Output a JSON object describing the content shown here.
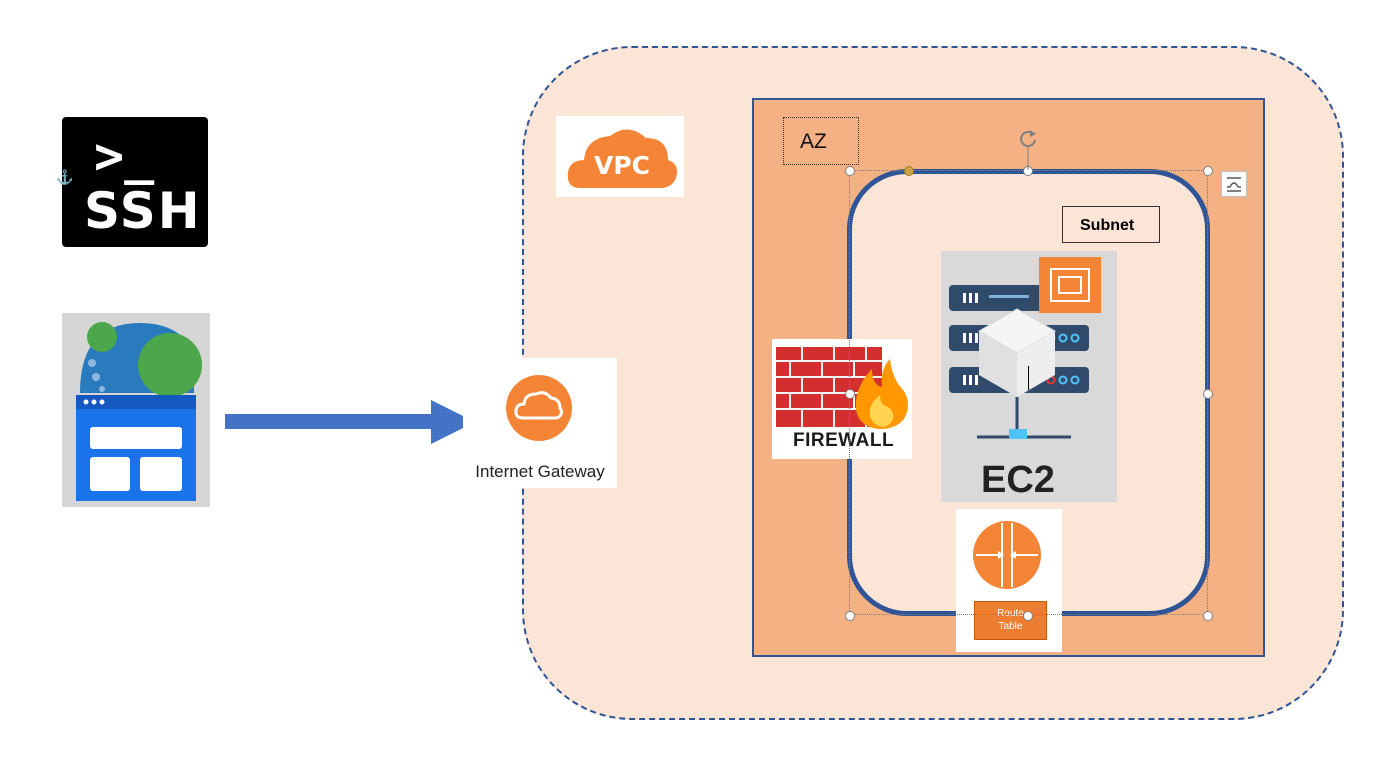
{
  "ssh": {
    "prompt": ">_",
    "label": "SSH"
  },
  "vpc": {
    "icon_label": "VPC"
  },
  "az": {
    "label": "AZ"
  },
  "subnet": {
    "label": "Subnet"
  },
  "internet_gateway": {
    "label": "Internet Gateway"
  },
  "firewall": {
    "label": "FIREWALL"
  },
  "ec2": {
    "label": "EC2"
  },
  "route_table": {
    "label_line1": "Route",
    "label_line2": "Table"
  },
  "colors": {
    "vpc_fill": "#fbe5d6",
    "az_fill": "#f4b183",
    "border_blue": "#2f5597",
    "arrow_blue": "#4472c4",
    "aws_orange": "#ed7d31",
    "ec2_orange": "#f58536"
  },
  "icons": [
    "ssh-terminal-icon",
    "web-app-icon",
    "vpc-cloud-icon",
    "internet-gateway-cloud-icon",
    "firewall-icon",
    "ec2-server-icon",
    "route-table-icon",
    "rotate-handle-icon",
    "layout-options-icon",
    "anchor-icon"
  ]
}
